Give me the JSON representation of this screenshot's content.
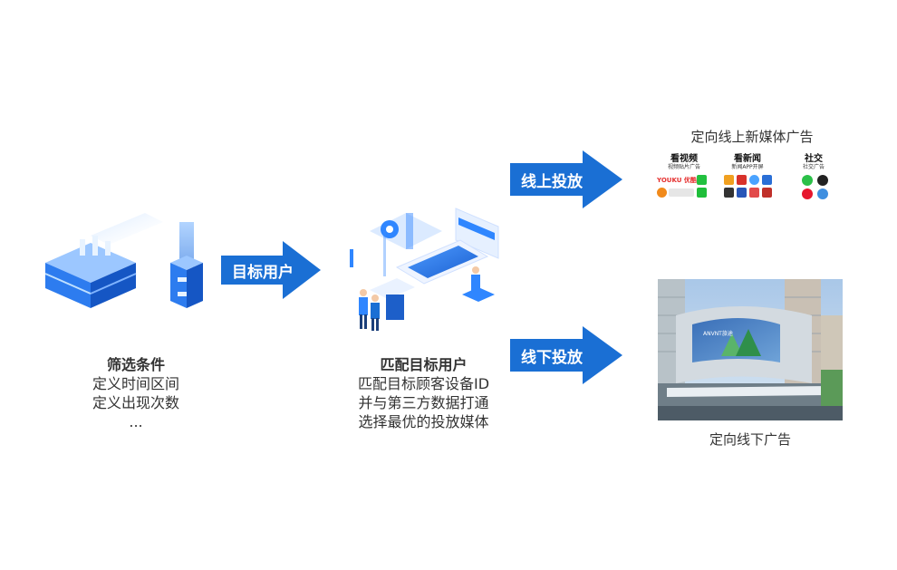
{
  "arrows": {
    "target_users": "目标用户",
    "online": "线上投放",
    "offline": "线下投放"
  },
  "filter": {
    "title": "筛选条件",
    "lines": [
      "定义时间区间",
      "定义出现次数",
      "..."
    ]
  },
  "match": {
    "title": "匹配目标用户",
    "lines": [
      "匹配目标顾客设备ID",
      "并与第三方数据打通",
      "选择最优的投放媒体"
    ]
  },
  "online_media": {
    "title": "定向线上新媒体广告",
    "groups": [
      {
        "title": "看视频",
        "subtitle": "视频贴片广告",
        "logo_text": "YOUKU 优酷"
      },
      {
        "title": "看新闻",
        "subtitle": "新闻APP开屏"
      },
      {
        "title": "社交",
        "subtitle": "社交广告"
      }
    ]
  },
  "offline_media": {
    "title": "定向线下广告",
    "screen_text": "ANVNT旅途"
  },
  "colors": {
    "arrow": "#1a6fd4",
    "accent": "#2f86ff"
  }
}
